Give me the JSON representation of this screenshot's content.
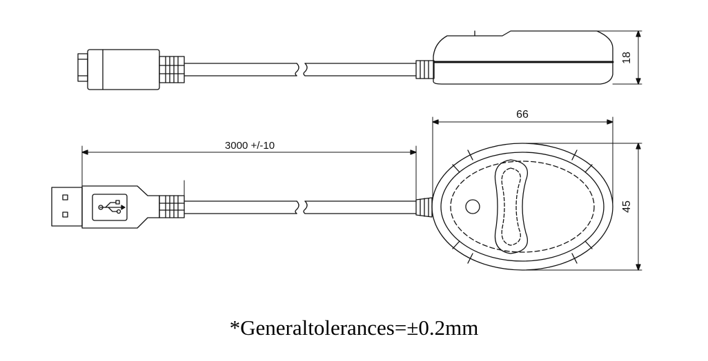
{
  "dimensions": {
    "height_side": "18",
    "width_top": "66",
    "cable_length": "3000 +/-10",
    "height_top": "45"
  },
  "note": "*Generaltolerances=±0.2mm"
}
